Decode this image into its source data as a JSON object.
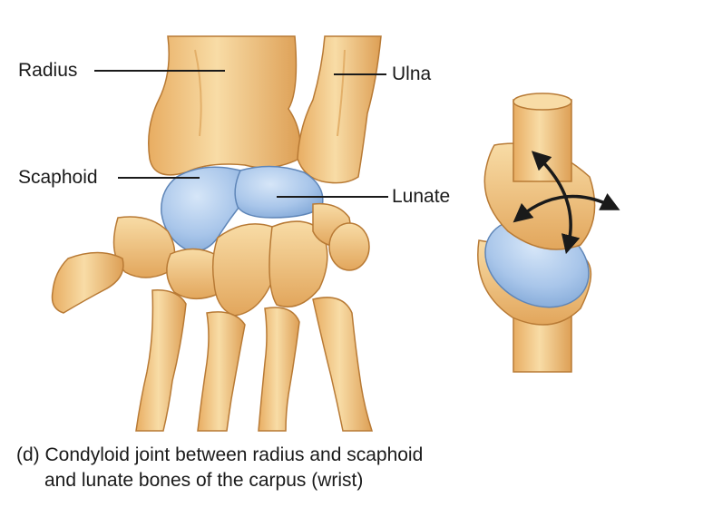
{
  "labels": {
    "radius": "Radius",
    "ulna": "Ulna",
    "scaphoid": "Scaphoid",
    "lunate": "Lunate"
  },
  "caption": {
    "line1": "(d) Condyloid joint between radius and scaphoid",
    "line2": "and lunate bones of the carpus (wrist)"
  },
  "colors": {
    "bone": "#f3c98a",
    "bone_shadow": "#d99d52",
    "bone_outline": "#b87a35",
    "cartilage": "#a9c6ea",
    "cartilage_dark": "#7fa6d6",
    "arrow": "#1a1a1a",
    "text": "#1a1a1a"
  }
}
